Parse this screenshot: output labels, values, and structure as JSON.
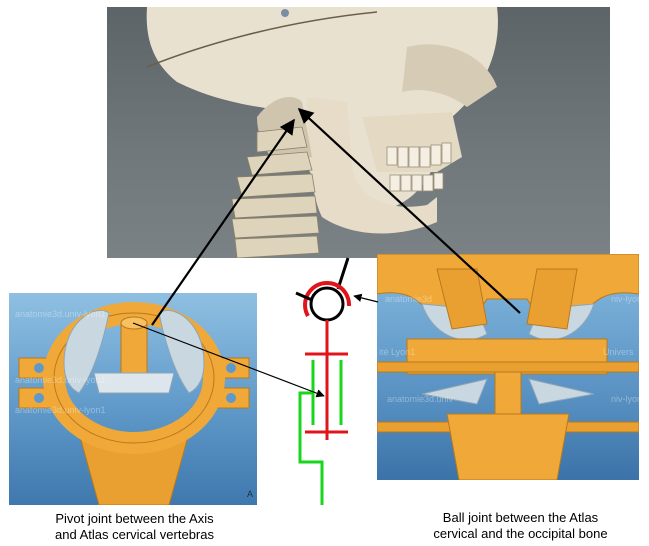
{
  "captions": {
    "pivot": "Pivot joint between the Axis\nand  Atlas cervical vertebras",
    "ball": "Ball joint between the Atlas\ncervical and the occipital bone"
  },
  "watermarks": {
    "pivot": [
      "anatomie3d.univ-lyon1",
      "anatomie3d.univ-lyon1",
      "anatomie3d.univ-lyon1",
      "A"
    ],
    "ball": [
      "anatomie3d",
      "niv-lyon",
      "ité Lyon1",
      "Univers",
      "anatomie3d.univ",
      "niv-lyon"
    ]
  },
  "colors": {
    "bone": "#f0a938",
    "cartilage": "#c9d7e0",
    "symbol_red": "#e0141b",
    "symbol_green": "#19d61d",
    "arrow": "#000000"
  }
}
